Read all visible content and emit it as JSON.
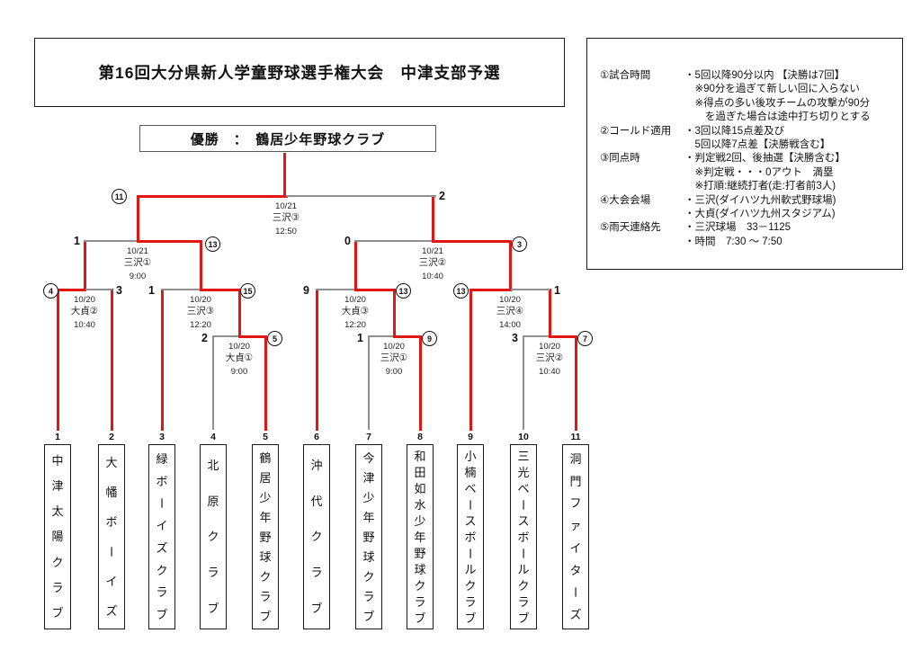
{
  "title": "第16回大分県新人学童野球選手権大会　中津支部予選",
  "champion": {
    "text": "優勝　：　鶴居少年野球クラブ"
  },
  "colors": {
    "winner_line": "#e21613",
    "loser_line": "#8f8f8f"
  },
  "rules": {
    "rows": [
      {
        "label": "①試合時間",
        "lines": [
          "・5回以降90分以内 【決勝は7回】",
          "　※90分を過ぎて新しい回に入らない",
          "　※得点の多い後攻チームの攻撃が90分",
          "　　を過ぎた場合は途中打ち切りとする"
        ]
      },
      {
        "label": "②コールド適用",
        "lines": [
          "・3回以降15点差及び",
          "　5回以降7点差【決勝戦含む】"
        ]
      },
      {
        "label": "③同点時",
        "lines": [
          "・判定戦2回、後抽選【決勝含む】",
          "　※判定戦・・・0アウト　満塁",
          "　※打順:継続打者(走:打者前3人)"
        ]
      },
      {
        "label": "④大会会場",
        "lines": [
          "・三沢(ダイハツ九州軟式野球場)",
          "・大貞(ダイハツ九州スタジアム)"
        ]
      },
      {
        "label": "⑤雨天連絡先",
        "lines": [
          "・三沢球場　33－1125",
          "・時間　7:30 ～ 7:50"
        ]
      }
    ]
  },
  "games": {
    "final": {
      "date": "10/21",
      "venue": "三沢③",
      "time": "12:50",
      "score_left": "11",
      "score_right": "2",
      "winner": "left"
    },
    "sf1": {
      "date": "10/21",
      "venue": "三沢①",
      "time": "9:00",
      "score_left": "1",
      "score_right": "13",
      "winner": "right"
    },
    "sf2": {
      "date": "10/21",
      "venue": "三沢②",
      "time": "10:40",
      "score_left": "0",
      "score_right": "3",
      "winner": "right"
    },
    "qf1": {
      "date": "10/20",
      "venue": "大貞②",
      "time": "10:40",
      "score_left": "4",
      "score_right": "3",
      "winner": "left"
    },
    "qf2": {
      "date": "10/20",
      "venue": "三沢③",
      "time": "12:20",
      "score_left": "1",
      "score_right": "15",
      "winner": "right"
    },
    "qf3": {
      "date": "10/20",
      "venue": "大貞③",
      "time": "12:20",
      "score_left": "9",
      "score_right": "13",
      "winner": "right"
    },
    "qf4": {
      "date": "10/20",
      "venue": "三沢④",
      "time": "14:00",
      "score_left": "13",
      "score_right": "1",
      "winner": "left"
    },
    "pi1": {
      "date": "10/20",
      "venue": "大貞①",
      "time": "9:00",
      "score_left": "2",
      "score_right": "5",
      "winner": "right"
    },
    "pi2": {
      "date": "10/20",
      "venue": "三沢①",
      "time": "9:00",
      "score_left": "1",
      "score_right": "9",
      "winner": "right"
    },
    "pi3": {
      "date": "10/20",
      "venue": "三沢②",
      "time": "10:40",
      "score_left": "3",
      "score_right": "7",
      "winner": "right"
    }
  },
  "teams": [
    {
      "number": "1",
      "name": "中津太陽クラブ"
    },
    {
      "number": "2",
      "name": "大幡ボーイズ"
    },
    {
      "number": "3",
      "name": "緑ボーイズクラブ"
    },
    {
      "number": "4",
      "name": "北原クラブ"
    },
    {
      "number": "5",
      "name": "鶴居少年野球クラブ"
    },
    {
      "number": "6",
      "name": "沖代クラブ"
    },
    {
      "number": "7",
      "name": "今津少年野球クラブ"
    },
    {
      "number": "8",
      "name": "和田如水少年野球クラブ"
    },
    {
      "number": "9",
      "name": "小楠ベースボールクラブ"
    },
    {
      "number": "10",
      "name": "三光ベースボールクラブ"
    },
    {
      "number": "11",
      "name": "洞門ファイターズ"
    }
  ]
}
